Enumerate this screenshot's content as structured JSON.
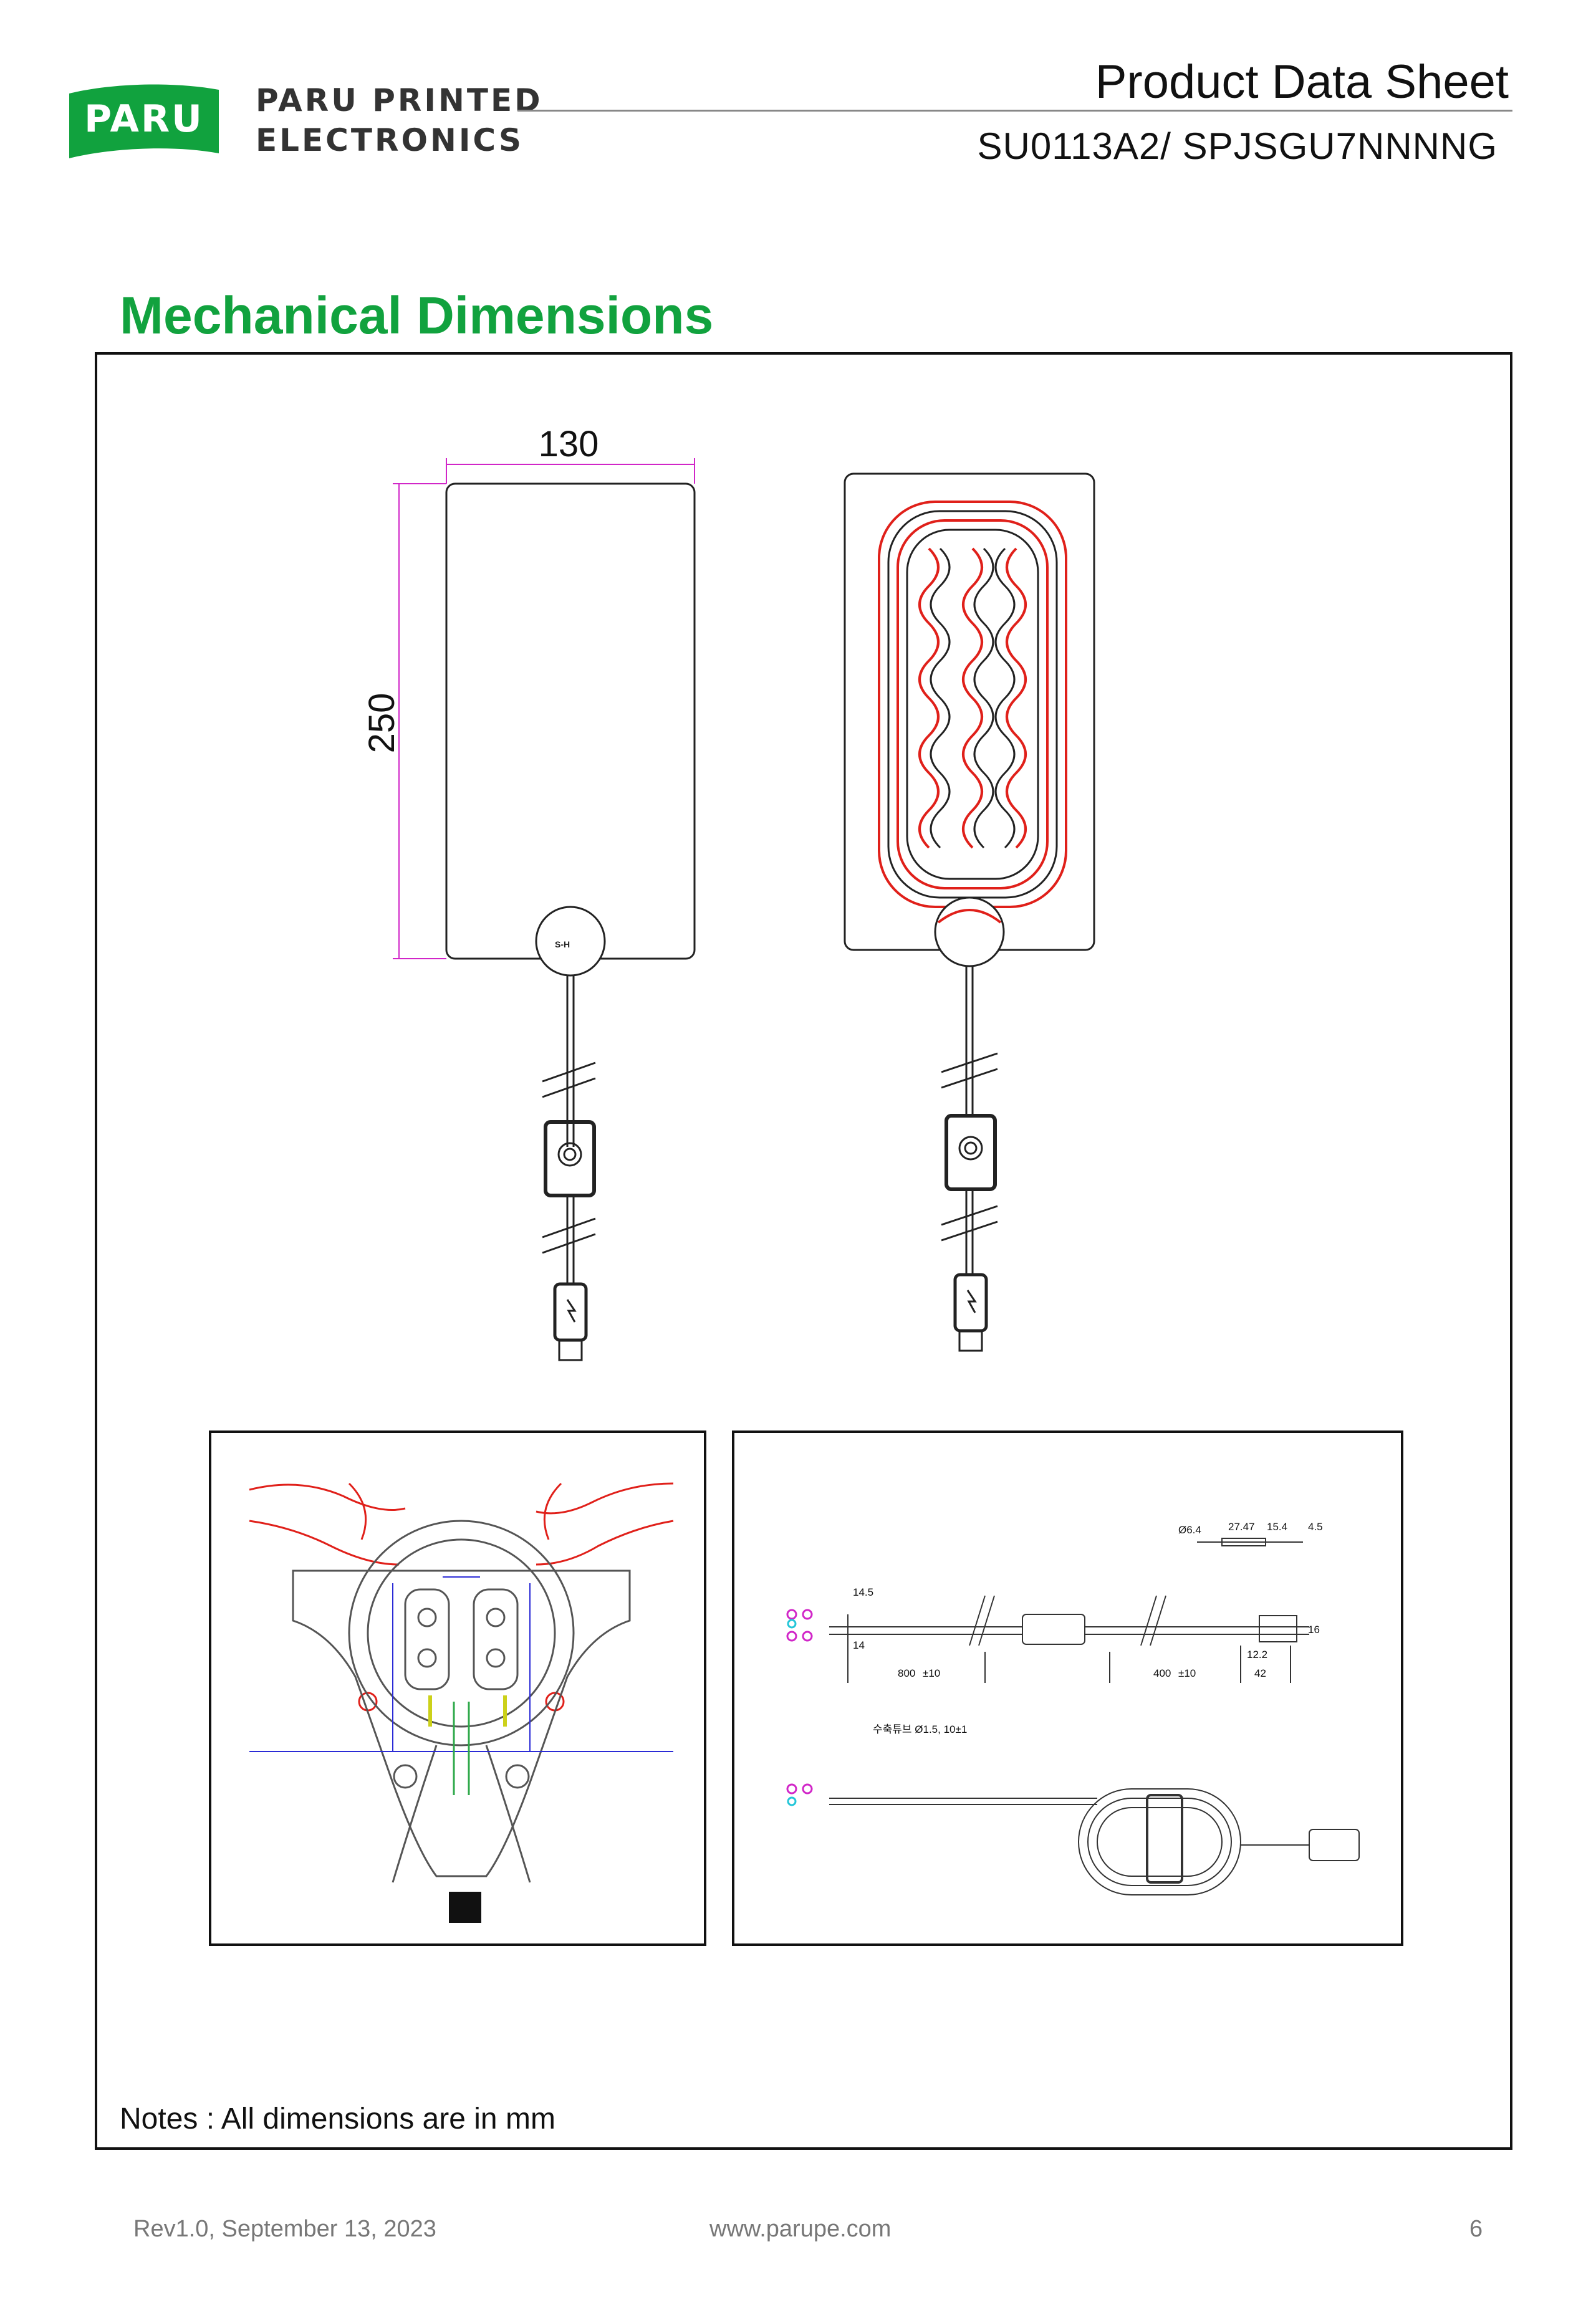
{
  "header": {
    "logo_text": "PARU",
    "brand_line1": "PARU PRINTED",
    "brand_line2": "ELECTRONICS",
    "doc_title": "Product Data Sheet",
    "part_number": "SU0113A2/ SPJSGU7NNNNG"
  },
  "section": {
    "title": "Mechanical Dimensions"
  },
  "drawing": {
    "width_dim": "130",
    "height_dim": "250",
    "cable_dims": {
      "d_14_5": "14.5",
      "d_14": "14",
      "d_800": "800",
      "d_800_tol": "±10",
      "d_400": "400",
      "d_400_tol": "±10",
      "d_12_2": "12.2",
      "d_42": "42",
      "d_16": "16",
      "d_27_47": "27.47",
      "d_15_4": "15.4",
      "d_4_5": "4.5",
      "d_06_4": "Ø6.4",
      "tube_note": "수축튜브 Ø1.5, 10±1"
    }
  },
  "notes": "Notes : All dimensions are in mm",
  "footer": {
    "revision": "Rev1.0, September 13, 2023",
    "website": "www.parupe.com",
    "page": "6"
  },
  "colors": {
    "brand_green": "#11a23e",
    "heater_trace": "#e0201a",
    "dim_line": "#d126c8"
  }
}
